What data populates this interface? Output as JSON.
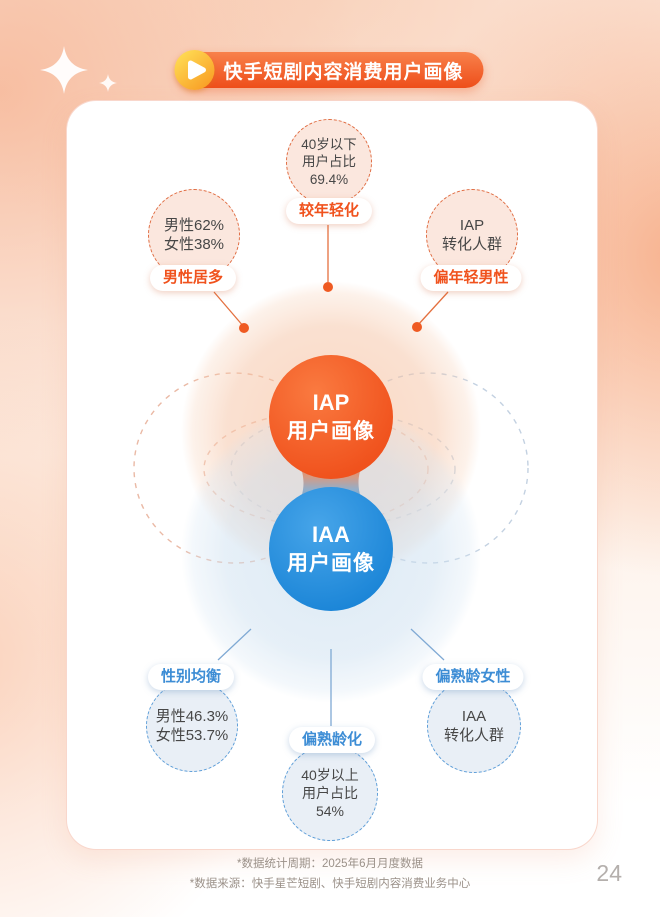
{
  "header": {
    "badge_title": "快手短剧内容消费用户画像"
  },
  "iap_section": {
    "core": {
      "name": "IAP",
      "label": "用户画像",
      "color": "#f0521d"
    },
    "age_bubble": {
      "line1": "40岁以下",
      "line2": "用户占比",
      "line3": "69.4%",
      "tag": "较年轻化"
    },
    "gender_bubble": {
      "line1": "男性62%",
      "line2": "女性38%",
      "tag": "男性居多"
    },
    "conversion_bubble": {
      "line1": "IAP",
      "line2": "转化人群",
      "tag": "偏年轻男性"
    }
  },
  "iaa_section": {
    "core": {
      "name": "IAA",
      "label": "用户画像",
      "color": "#1b85d7"
    },
    "gender_bubble": {
      "line1": "男性46.3%",
      "line2": "女性53.7%",
      "tag": "性别均衡"
    },
    "age_bubble": {
      "line1": "40岁以上",
      "line2": "用户占比",
      "line3": "54%",
      "tag": "偏熟龄化"
    },
    "conversion_bubble": {
      "line1": "IAA",
      "line2": "转化人群",
      "tag": "偏熟龄女性"
    }
  },
  "footer": {
    "note1": "*数据统计周期：2025年6月月度数据",
    "note2": "*数据来源：快手星芒短剧、快手短剧内容消费业务中心",
    "page_number": "24"
  },
  "colors": {
    "iap_orange": "#f0521d",
    "iaa_blue": "#1b85d7",
    "badge_orange": "#ee4e1a"
  }
}
